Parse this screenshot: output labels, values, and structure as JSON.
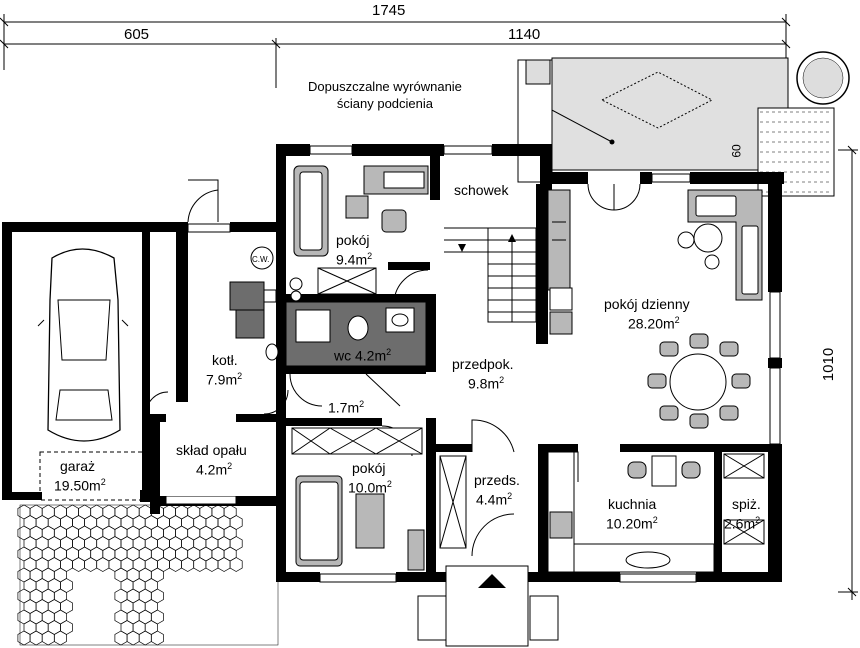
{
  "dimensions": {
    "total_width": "1745",
    "left_width": "605",
    "right_width": "1140",
    "depth": "1010",
    "porch_offset": "60"
  },
  "note": {
    "line1": "Dopuszczalne wyrównanie",
    "line2": "ściany podcienia"
  },
  "rooms": [
    {
      "id": "pokoj-top",
      "name": "pokój",
      "area": "9.4m",
      "sup": "2"
    },
    {
      "id": "schowek",
      "name": "schowek",
      "area": "",
      "sup": ""
    },
    {
      "id": "pokoj-dzienny",
      "name": "pokój dzienny",
      "area": "28.20m",
      "sup": "2"
    },
    {
      "id": "wc",
      "name": "wc  4.2m",
      "area": "",
      "sup": "2"
    },
    {
      "id": "kotl",
      "name": "kotł.",
      "area": "7.9m",
      "sup": "2"
    },
    {
      "id": "garaz",
      "name": "garaż",
      "area": "19.50m",
      "sup": "2"
    },
    {
      "id": "przedpok",
      "name": "przedpok.",
      "area": "9.8m",
      "sup": "2"
    },
    {
      "id": "small",
      "name": "",
      "area": "1.7m",
      "sup": "2"
    },
    {
      "id": "sklad",
      "name": "skład opału",
      "area": "4.2m",
      "sup": "2"
    },
    {
      "id": "pokoj-bottom",
      "name": "pokój",
      "area": "10.0m",
      "sup": "2"
    },
    {
      "id": "przeds",
      "name": "przeds.",
      "area": "4.4m",
      "sup": "2"
    },
    {
      "id": "kuchnia",
      "name": "kuchnia",
      "area": "10.20m",
      "sup": "2"
    },
    {
      "id": "spiz",
      "name": "spiż.",
      "area": "2.6m",
      "sup": "2"
    }
  ],
  "fixtures": {
    "cw_label": "C.W."
  },
  "colors": {
    "wall": "#000000",
    "furniture_fill": "#b8b8b8",
    "background": "#ffffff"
  }
}
